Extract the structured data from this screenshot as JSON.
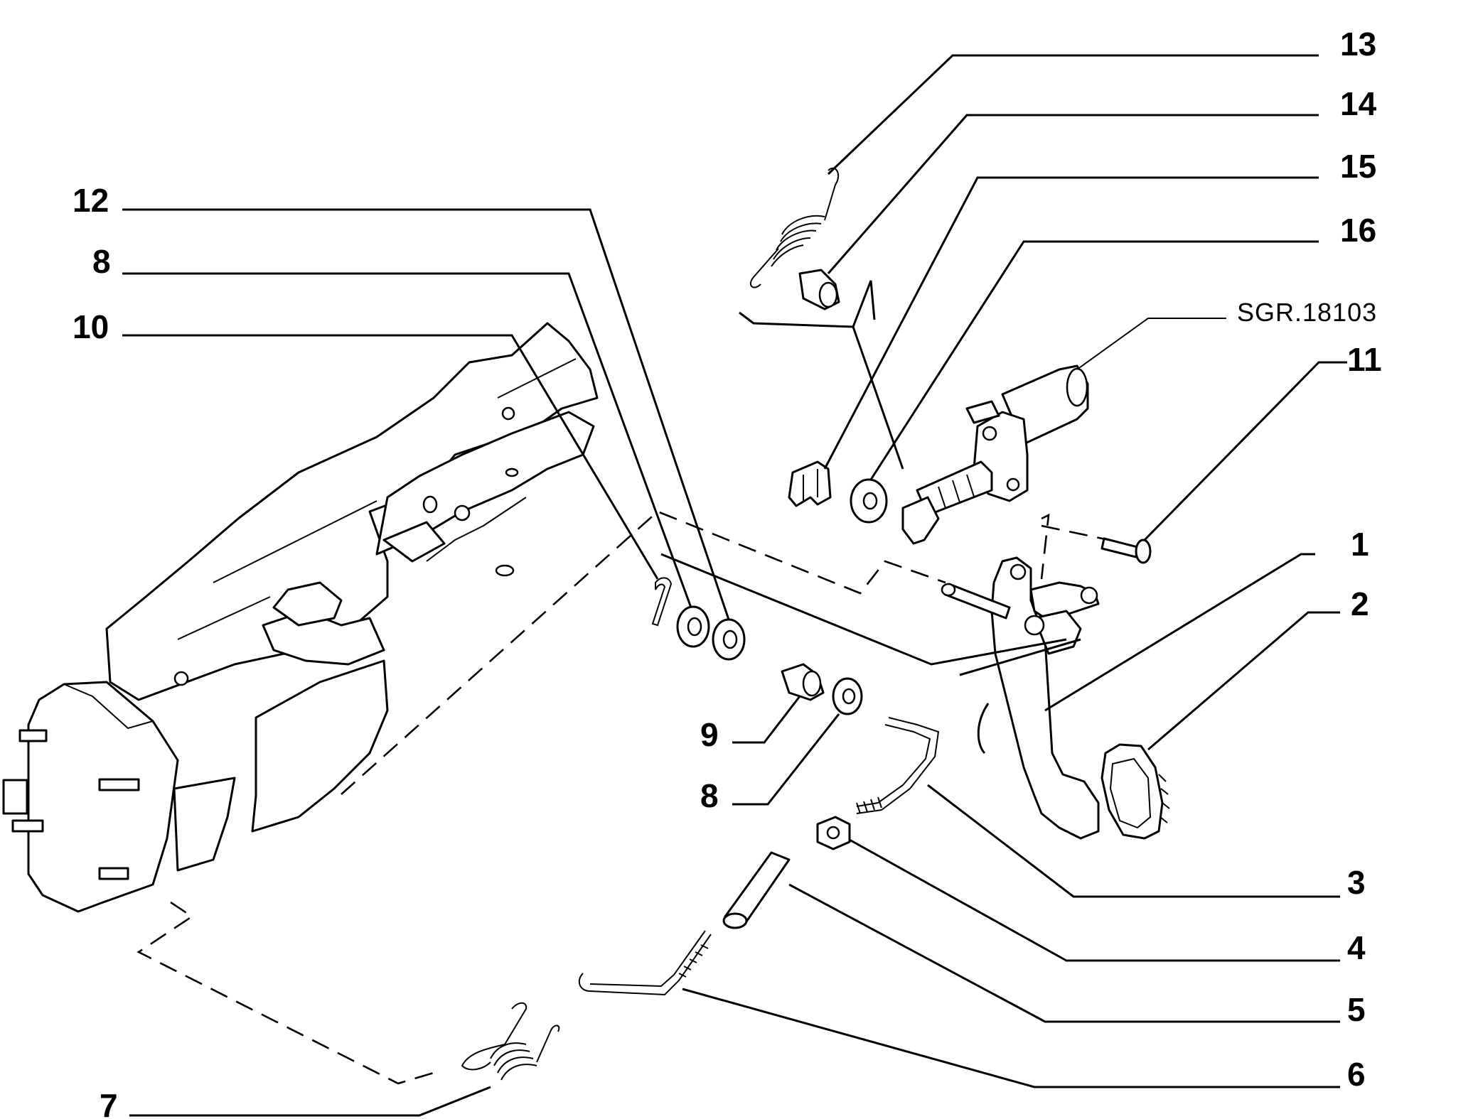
{
  "diagram": {
    "reference_code": "SGR.18103",
    "labels": {
      "l1": "1",
      "l2": "2",
      "l3": "3",
      "l4": "4",
      "l5": "5",
      "l6": "6",
      "l7": "7",
      "l8a": "8",
      "l8b": "8",
      "l9": "9",
      "l10": "10",
      "l11": "11",
      "l12": "12",
      "l13": "13",
      "l14": "14",
      "l15": "15",
      "l16": "16"
    }
  }
}
